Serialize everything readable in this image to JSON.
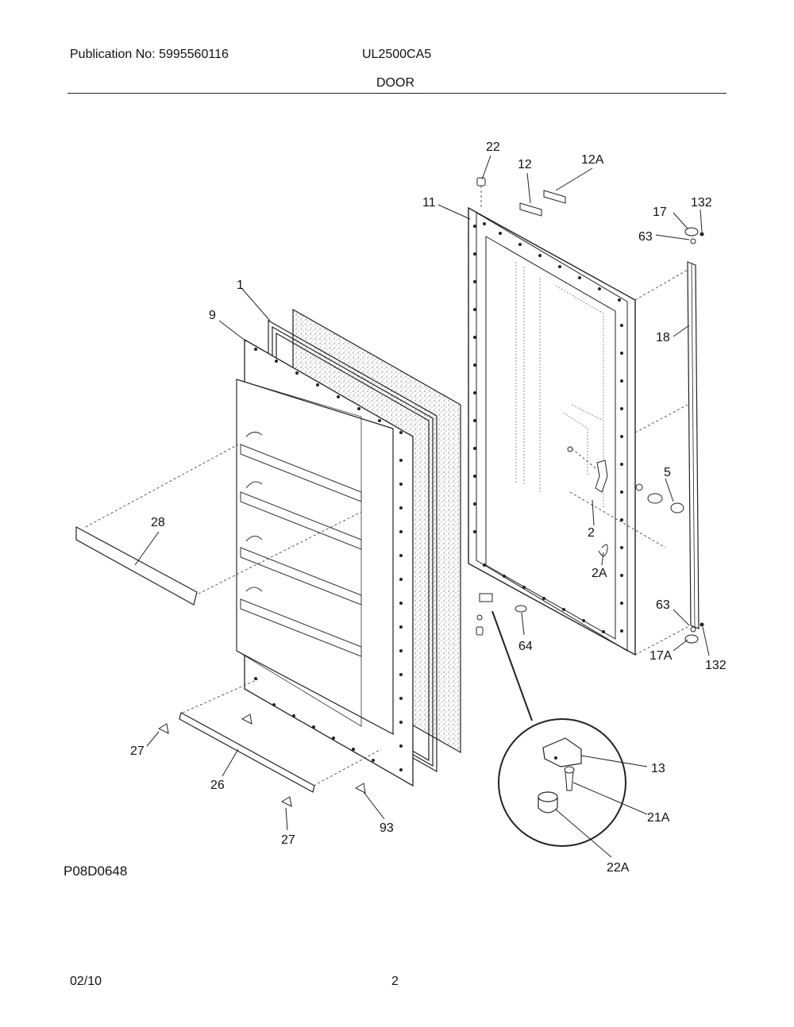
{
  "header": {
    "publication": "Publication No: 5995560116",
    "model": "UL2500CA5",
    "section": "DOOR"
  },
  "figure_code": "P08D0648",
  "footer": {
    "date": "02/10",
    "page": "2"
  },
  "callouts": [
    "22",
    "12",
    "12A",
    "11",
    "17",
    "132",
    "63",
    "18",
    "1",
    "9",
    "5",
    "28",
    "2",
    "2A",
    "63",
    "17A",
    "132",
    "64",
    "27",
    "26",
    "93",
    "27",
    "13",
    "21A",
    "22A"
  ]
}
